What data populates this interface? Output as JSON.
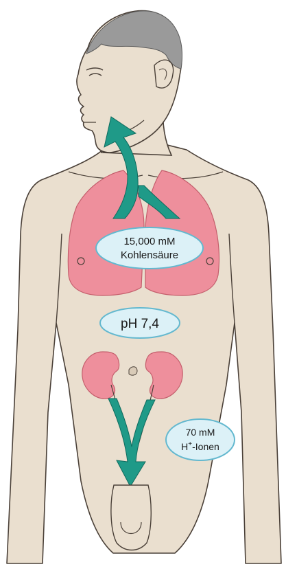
{
  "labels": {
    "lungs_line1": "15,000 mM",
    "lungs_line2": "Kohlensäure",
    "ph": "pH 7,4",
    "kidney_line1": "70 mM",
    "kidney_line2_prefix": "H",
    "kidney_line2_sup": "+",
    "kidney_line2_suffix": "-Ionen"
  },
  "colors": {
    "skin": "#eadfcf",
    "outline": "#4a4038",
    "hair": "#9a9a9a",
    "organ": "#ee8f9c",
    "arrow": "#1f9a88",
    "bubble_fill": "#dcf1f7",
    "bubble_stroke": "#63b8cf"
  }
}
